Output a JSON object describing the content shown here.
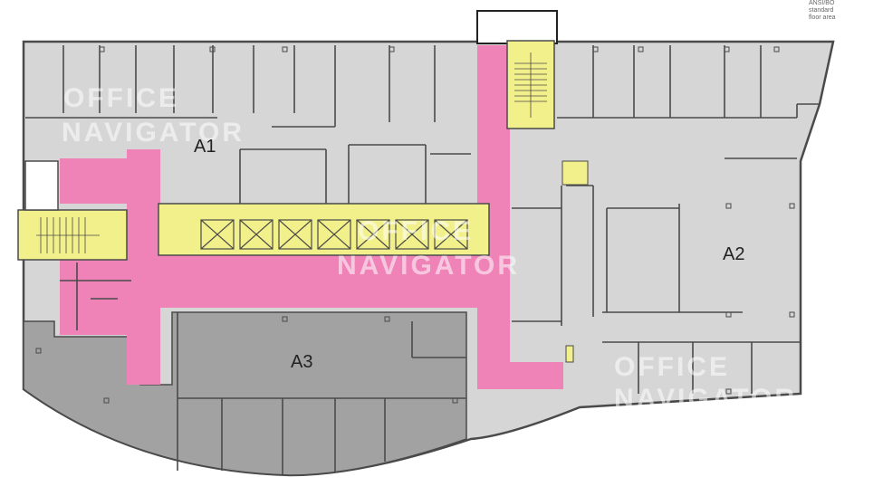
{
  "legend": {
    "line1": "ANSI/BO",
    "line2": "standard",
    "line3": "floor area"
  },
  "areas": {
    "a1": "A1",
    "a2": "A2",
    "a3": "A3"
  },
  "watermark": {
    "line1": "OFFICE",
    "line2": "NAVIGATOR"
  },
  "colors": {
    "tenant_light": "#d6d6d6",
    "tenant_dark": "#a2a2a2",
    "core_pink": "#ef83b8",
    "core_yellow": "#f2f08a",
    "wall": "#4a4a4a"
  }
}
